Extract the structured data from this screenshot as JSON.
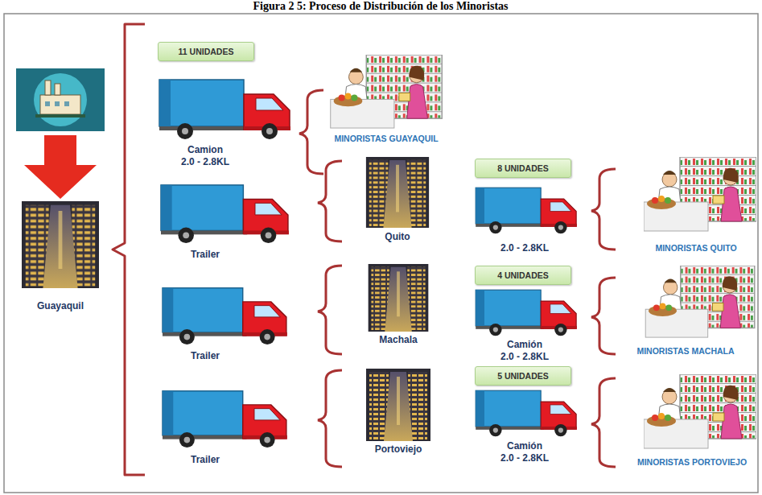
{
  "diagram": {
    "title": "Figura 2 5: Proceso de Distribución de los Minoristas",
    "nodes": [
      {
        "text": [
          "11 UNIDADES"
        ]
      },
      {
        "text": [
          "8 UNIDADES"
        ]
      },
      {
        "text": [
          "4 UNIDADES"
        ]
      },
      {
        "text": [
          "5 UNIDADES"
        ]
      }
    ],
    "labels": [
      "Camion",
      "2.0 - 2.8KL",
      "MINORISTAS GUAYAQUIL",
      "Trailer",
      "Quito",
      "2.0 - 2.8KL",
      "MINORISTAS QUITO",
      "Guayaquil",
      "Trailer",
      "Machala",
      "Camión",
      "2.0 - 2.8KL",
      "MINORISTAS MACHALA",
      "Trailer",
      "Portoviejo",
      "Camión",
      "2.0 - 2.8KL",
      "MINORISTAS PORTOVIEJO"
    ]
  }
}
